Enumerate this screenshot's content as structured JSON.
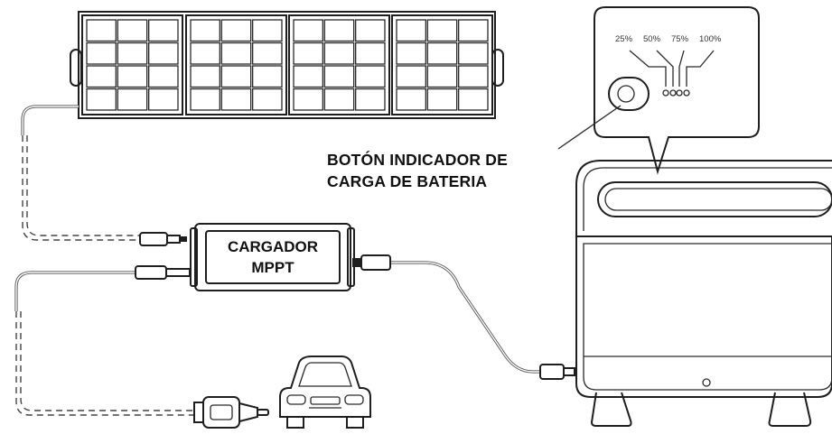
{
  "labels": {
    "button_caption_line1": "BOTÓN INDICADOR DE",
    "button_caption_line2": "CARGA DE BATERIA",
    "charger_line1": "CARGADOR",
    "charger_line2": "MPPT"
  },
  "indicator": {
    "levels": [
      "25%",
      "50%",
      "75%",
      "100%"
    ]
  },
  "icons": {
    "panel": "solar-panel-icon",
    "station": "power-station-icon",
    "car": "car-icon",
    "plug": "cigarette-plug-icon"
  }
}
